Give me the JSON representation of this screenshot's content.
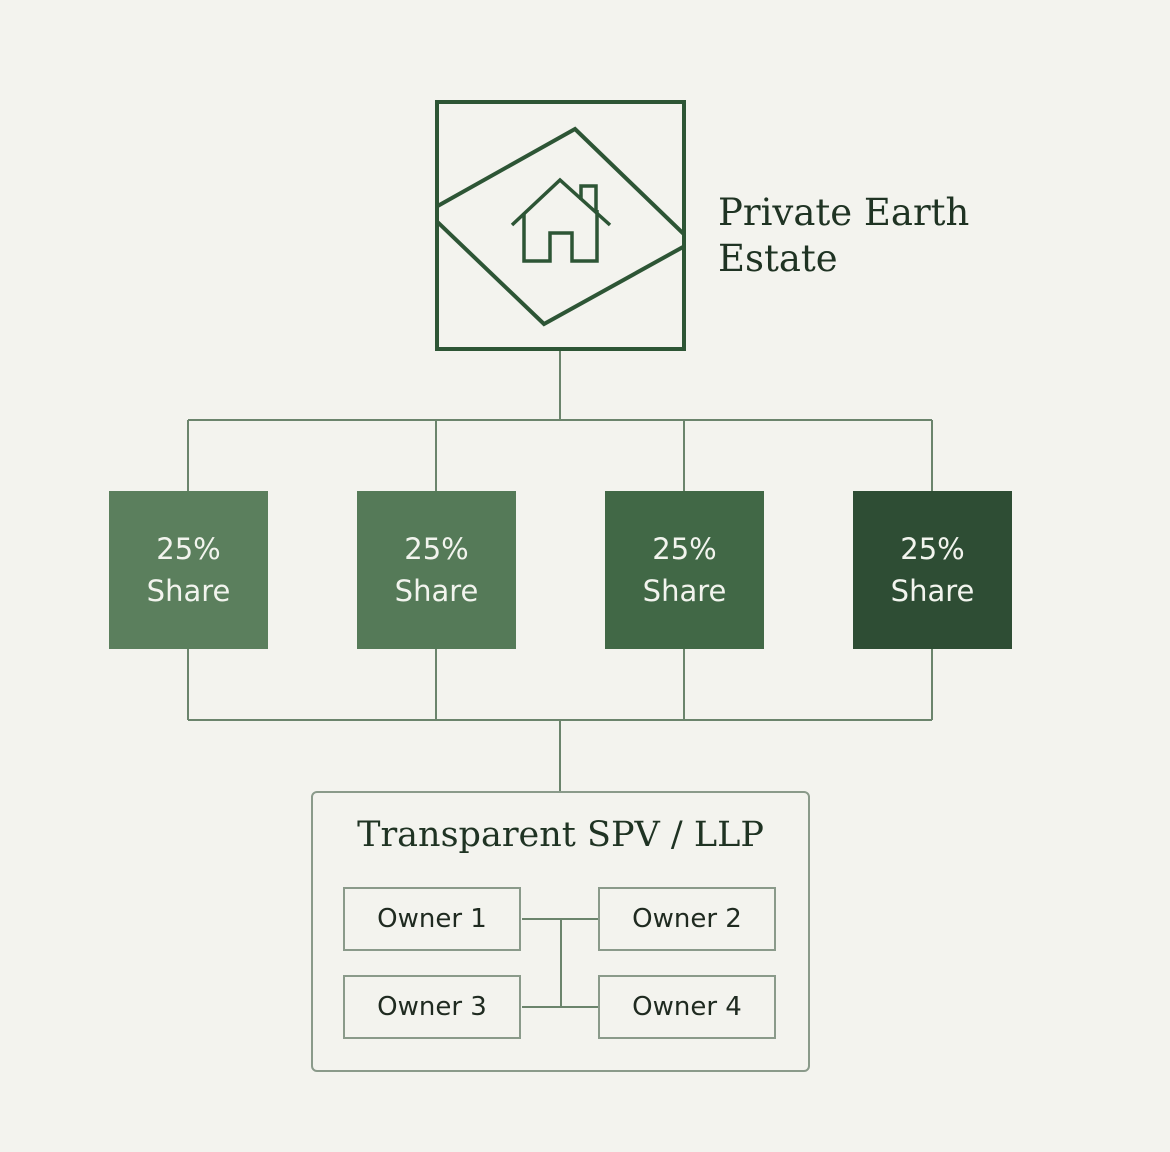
{
  "estate": {
    "title_line1": "Private Earth",
    "title_line2": "Estate",
    "icon": "house-icon"
  },
  "shares": [
    {
      "percent": "25%",
      "label": "Share",
      "color": "#5b7f5d"
    },
    {
      "percent": "25%",
      "label": "Share",
      "color": "#557a58"
    },
    {
      "percent": "25%",
      "label": "Share",
      "color": "#416846"
    },
    {
      "percent": "25%",
      "label": "Share",
      "color": "#2e4d34"
    }
  ],
  "spv": {
    "title": "Transparent SPV / LLP",
    "owners": [
      "Owner 1",
      "Owner 2",
      "Owner 3",
      "Owner 4"
    ]
  },
  "colors": {
    "background": "#f3f3ee",
    "primary": "#2d5535",
    "connector": "#6b846c"
  }
}
